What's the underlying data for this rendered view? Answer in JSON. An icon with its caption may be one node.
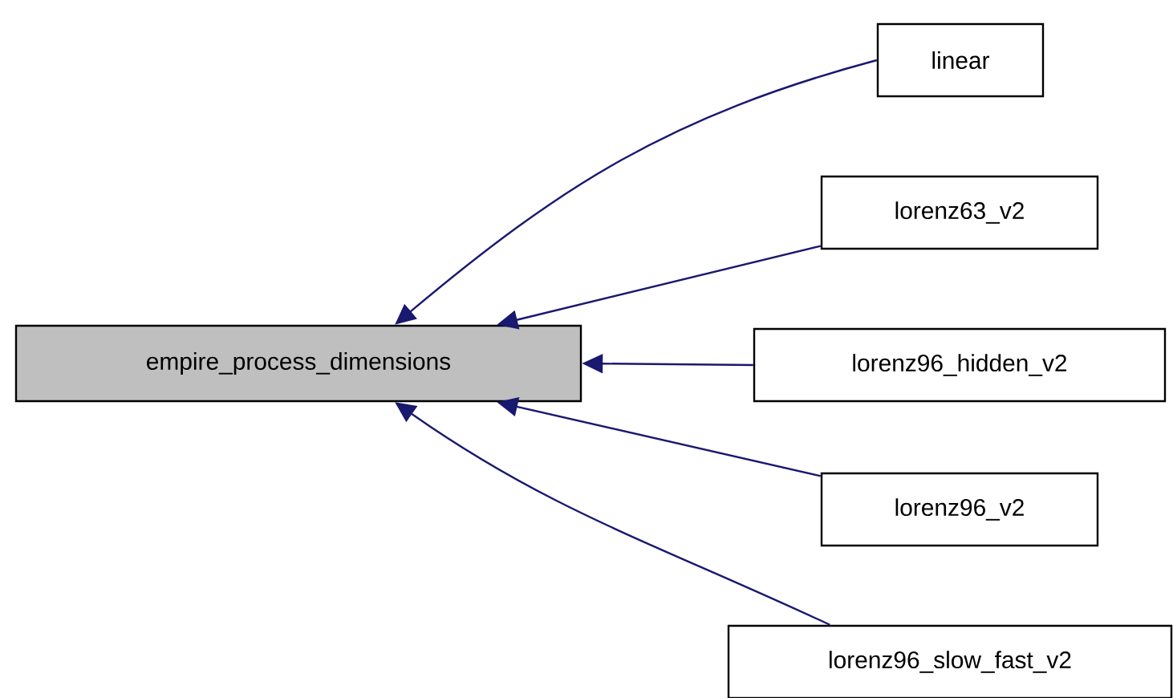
{
  "diagram": {
    "nodes": [
      {
        "text": [
          "empire_process_dimensions"
        ]
      },
      {
        "text": [
          "linear"
        ]
      },
      {
        "text": [
          "lorenz63_v2"
        ]
      },
      {
        "text": [
          "lorenz96_hidden_v2"
        ]
      },
      {
        "text": [
          "lorenz96_v2"
        ]
      },
      {
        "text": [
          "lorenz96_slow_fast_v2"
        ]
      }
    ],
    "edges": [
      {
        "from": 1,
        "to": 0,
        "arrow": "to"
      },
      {
        "from": 2,
        "to": 0,
        "arrow": "to"
      },
      {
        "from": 3,
        "to": 0,
        "arrow": "to"
      },
      {
        "from": 4,
        "to": 0,
        "arrow": "to"
      },
      {
        "from": 5,
        "to": 0,
        "arrow": "to"
      }
    ]
  }
}
